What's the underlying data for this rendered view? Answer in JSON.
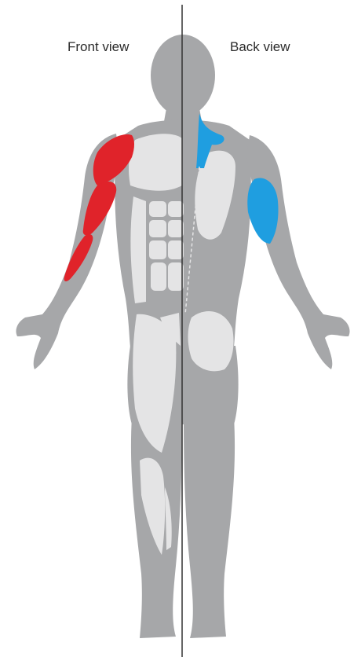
{
  "labels": {
    "front": "Front view",
    "back": "Back view"
  },
  "colors": {
    "body": "#a6a7a9",
    "muscle": "#e4e4e5",
    "front_highlight": "#e0232a",
    "back_highlight": "#1f9ee0",
    "divider": "#333333",
    "text": "#2b2b2b"
  },
  "highlighted_muscles": {
    "front": [
      "deltoid",
      "biceps",
      "forearm"
    ],
    "back": [
      "trapezius",
      "triceps"
    ]
  }
}
